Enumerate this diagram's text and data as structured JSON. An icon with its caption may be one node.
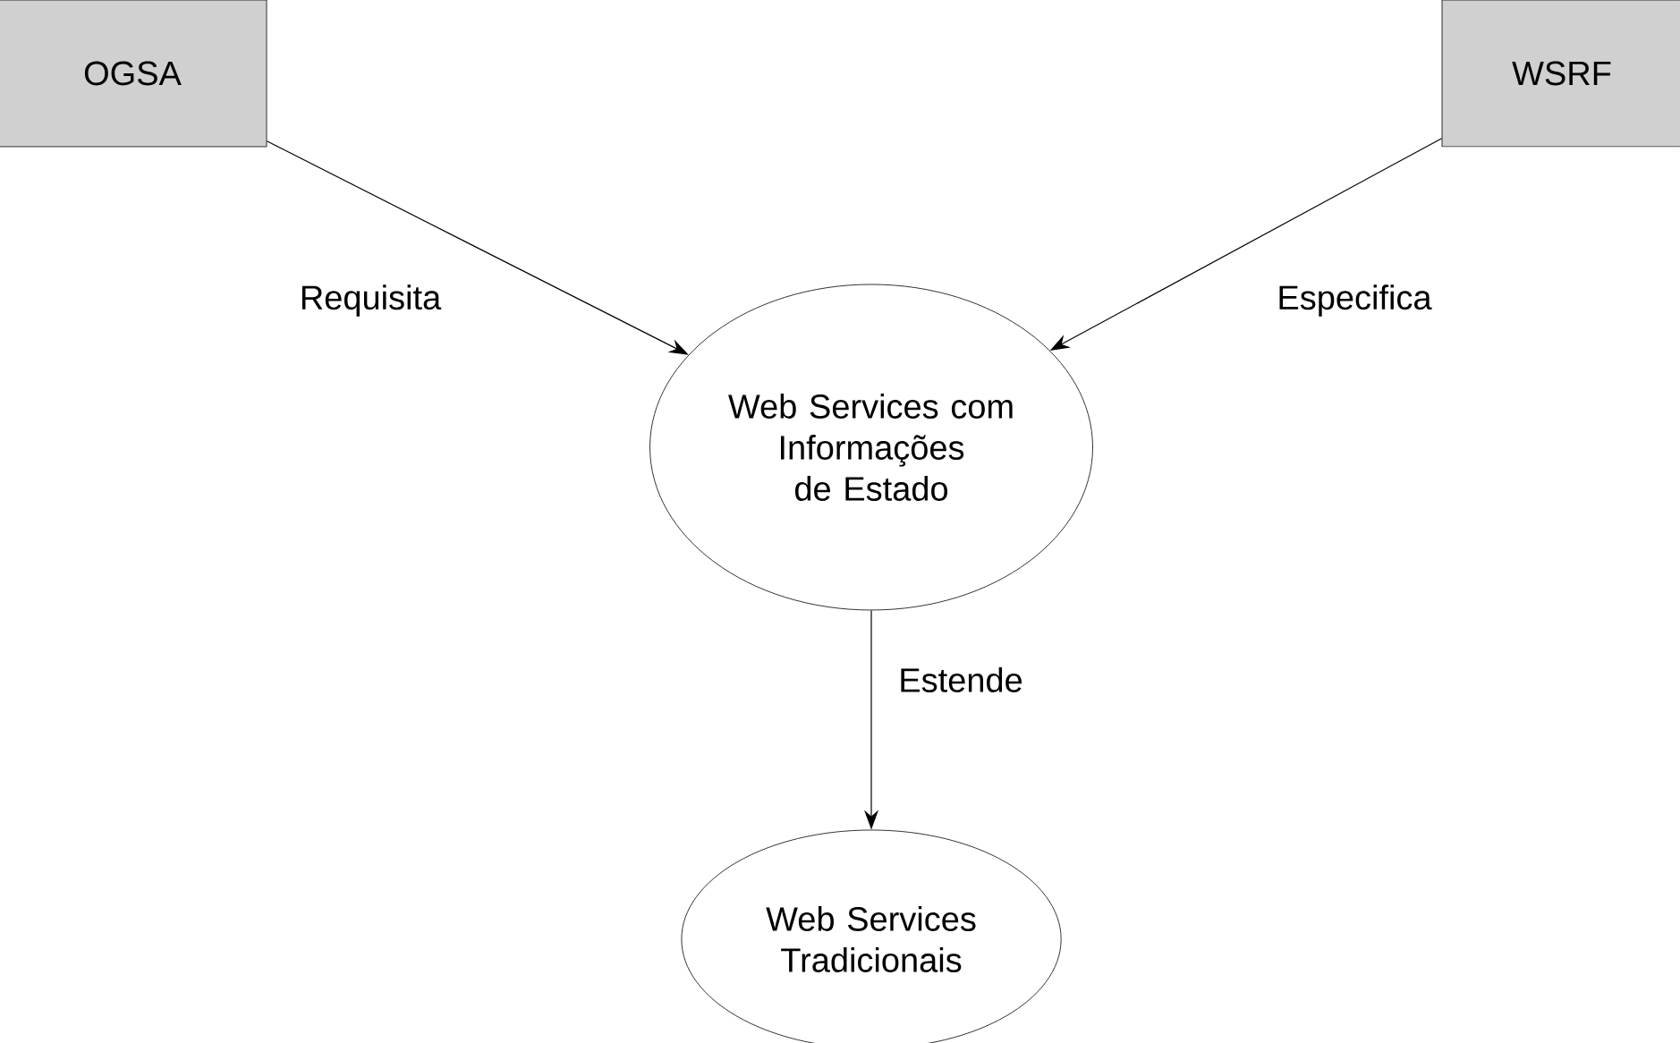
{
  "diagram": {
    "nodes": [
      {
        "text": [
          "OGSA"
        ]
      },
      {
        "text": [
          "WSRF"
        ]
      },
      {
        "text": [
          "Web Services com Informações de Estado"
        ]
      },
      {
        "text": [
          "Web Services Tradicionais"
        ]
      }
    ],
    "edges": [
      {
        "from": 0,
        "to": 2,
        "arrow": "to",
        "label": "Requisita"
      },
      {
        "from": 1,
        "to": 2,
        "arrow": "to",
        "label": "Especifica"
      },
      {
        "from": 2,
        "to": 3,
        "arrow": "to",
        "label": "Estende"
      }
    ]
  }
}
